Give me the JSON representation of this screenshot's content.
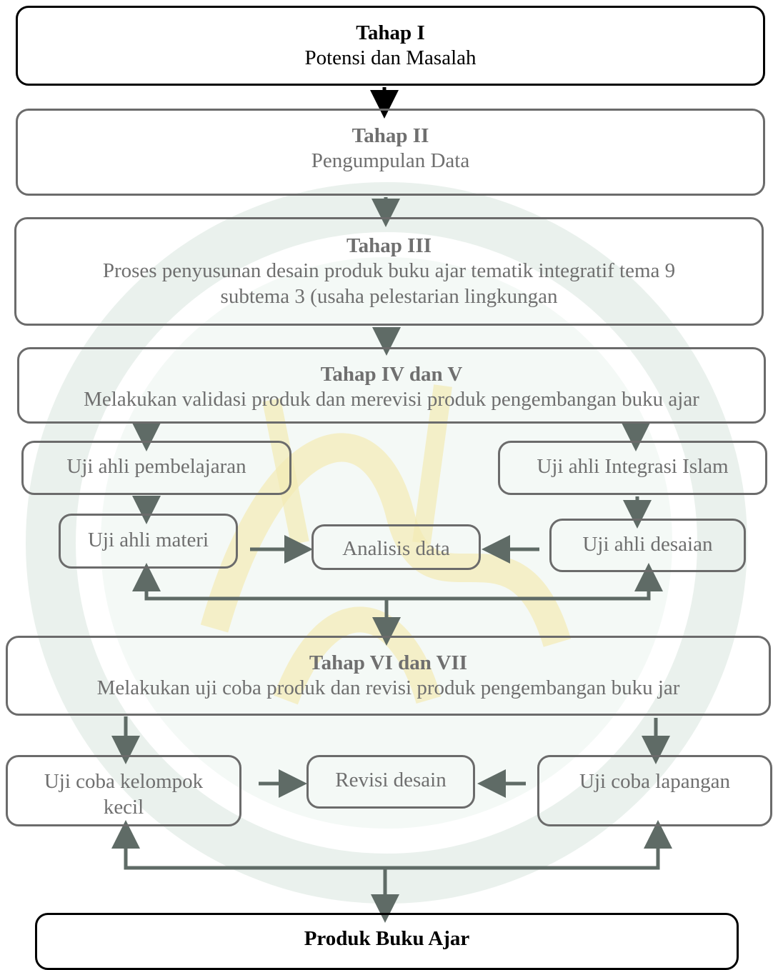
{
  "stages": {
    "s1": {
      "title": "Tahap I",
      "text": "Potensi dan Masalah"
    },
    "s2": {
      "title": "Tahap II",
      "text": "Pengumpulan Data"
    },
    "s3": {
      "title": "Tahap III",
      "text_line1": "Proses penyusunan desain produk buku ajar tematik integratif tema 9",
      "text_line2": "subtema 3 (usaha pelestarian lingkungan"
    },
    "s45": {
      "title": "Tahap IV dan V",
      "text": "Melakukan validasi produk dan merevisi produk pengembangan buku ajar"
    },
    "s67": {
      "title": "Tahap VI dan VII",
      "text": "Melakukan uji coba produk dan revisi produk pengembangan buku jar"
    },
    "final": {
      "title": "Produk Buku Ajar"
    }
  },
  "validation": {
    "uji_pembelajaran": "Uji ahli pembelajaran",
    "uji_integrasi": "Uji ahli Integrasi Islam",
    "uji_materi": "Uji ahli materi",
    "analisis": "Analisis data",
    "uji_desain": "Uji ahli desaian"
  },
  "trial": {
    "kelompok_line1": "Uji coba kelompok",
    "kelompok_line2": "kecil",
    "revisi": "Revisi desain",
    "lapangan": "Uji coba lapangan"
  },
  "colors": {
    "line_dark": "#000000",
    "line_gray": "#5f6b66",
    "text_gray": "#6f6f6f",
    "watermark_green": "#cfe8da",
    "watermark_yellow": "#f3e7a6"
  }
}
